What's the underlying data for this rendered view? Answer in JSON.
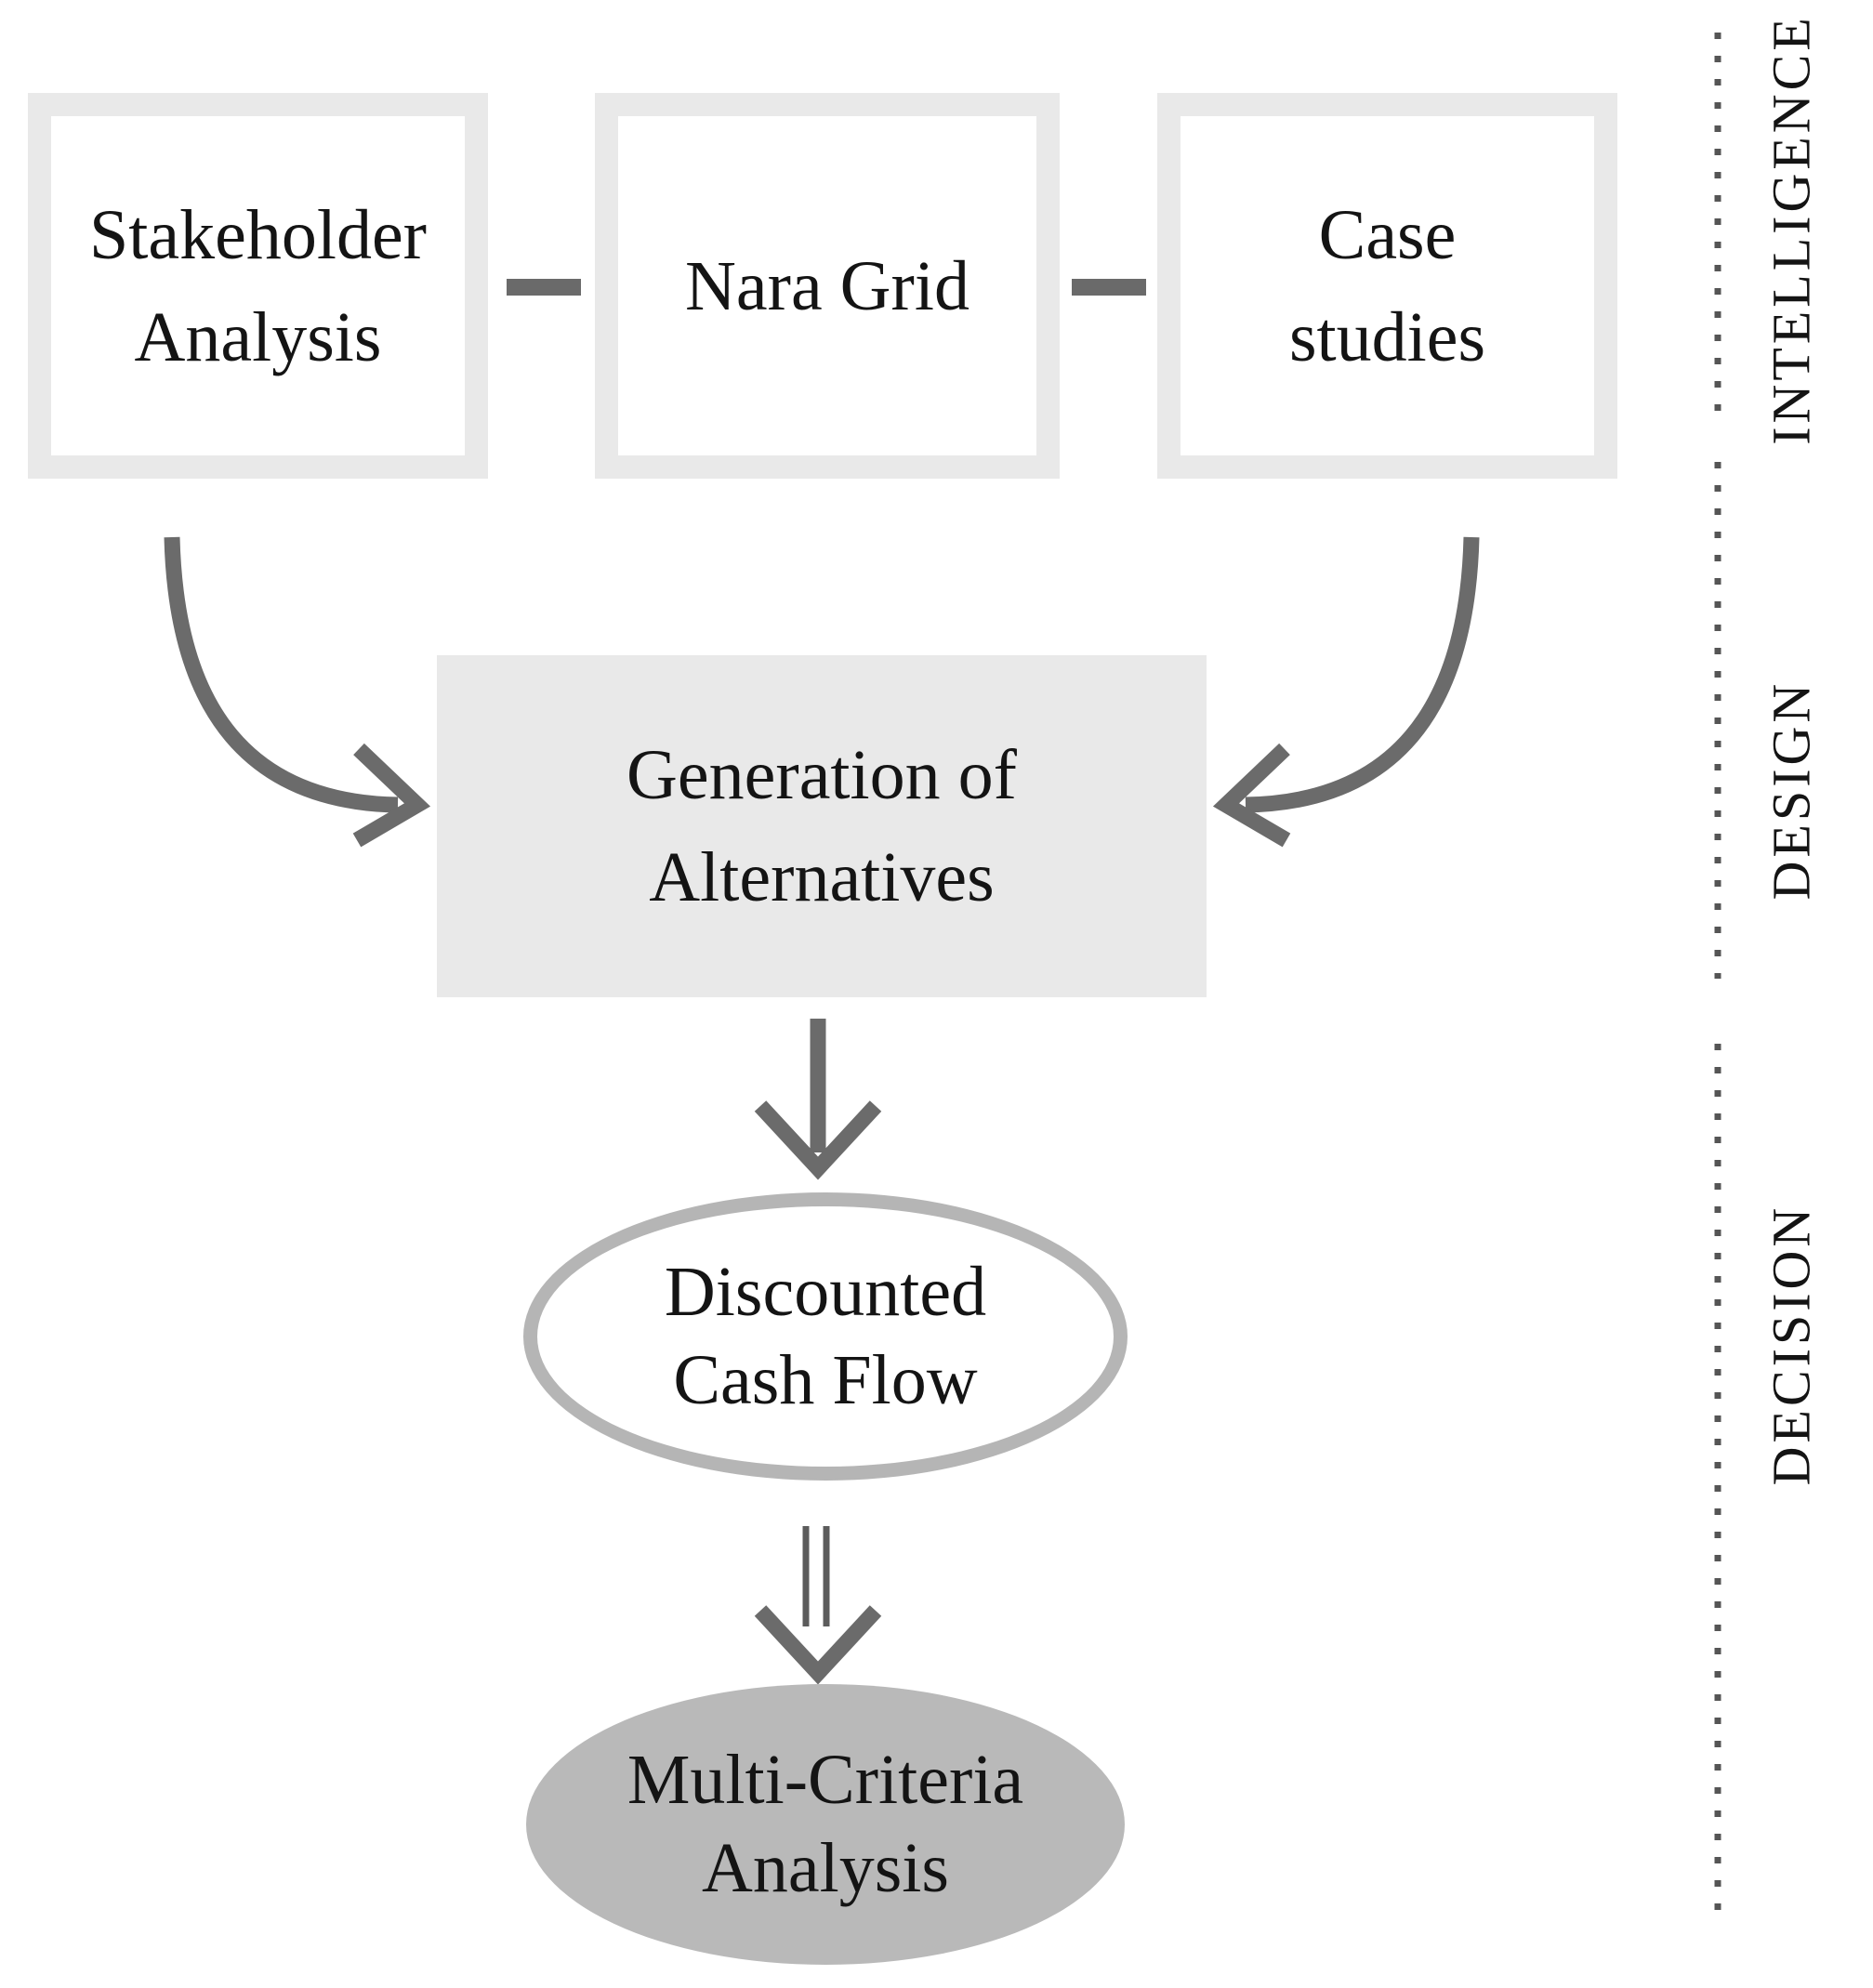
{
  "figure": {
    "type": "decision-process-flow-diagram",
    "nodes": {
      "stakeholder_analysis": {
        "line1": "Stakeholder",
        "line2": "Analysis"
      },
      "nara_grid": {
        "line1": "Nara Grid"
      },
      "case_studies": {
        "line1": "Case",
        "line2": "studies"
      },
      "generation_of_alternatives": {
        "line1": "Generation of",
        "line2": "Alternatives"
      },
      "discounted_cash_flow": {
        "line1": "Discounted",
        "line2": "Cash Flow"
      },
      "multi_criteria_analysis": {
        "line1": "Multi-Criteria",
        "line2": "Analysis"
      }
    },
    "phases": {
      "intelligence": {
        "label": "INTELLIGENCE"
      },
      "design": {
        "label": "DESIGN"
      },
      "decision": {
        "label": "DECISION"
      }
    },
    "edges": [
      {
        "from": "stakeholder_analysis",
        "to": "nara_grid",
        "style": "dash"
      },
      {
        "from": "nara_grid",
        "to": "case_studies",
        "style": "dash"
      },
      {
        "from": "stakeholder_analysis",
        "to": "generation_of_alternatives",
        "style": "curved-arrow"
      },
      {
        "from": "case_studies",
        "to": "generation_of_alternatives",
        "style": "curved-arrow"
      },
      {
        "from": "generation_of_alternatives",
        "to": "discounted_cash_flow",
        "style": "single-arrow"
      },
      {
        "from": "discounted_cash_flow",
        "to": "multi_criteria_analysis",
        "style": "double-line-arrow"
      }
    ],
    "colors": {
      "background": "#ffffff",
      "box_border": "#e9e9e9",
      "generation_fill": "#e9e9e9",
      "ellipse_outline": "#b5b5b5",
      "mca_fill": "#b9b9b9",
      "arrow": "#6b6b6b",
      "dotted_divider": "#555555",
      "text": "#141414"
    }
  }
}
